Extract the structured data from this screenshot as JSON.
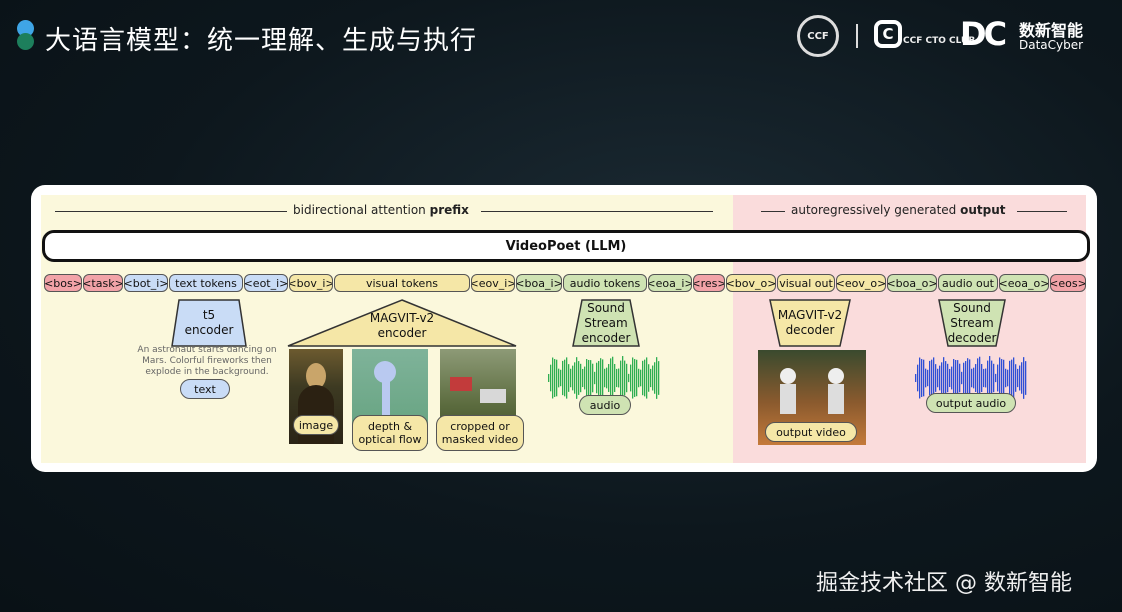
{
  "slide": {
    "title": "大语言模型：统一理解、生成与执行",
    "logos": {
      "ccf_circle": "CCF",
      "ccf_mark": "C",
      "ccf_club": "CCF CTO CLUB",
      "dc_mark": "DC",
      "dc_cn": "数新智能",
      "dc_en": "DataCyber"
    },
    "watermark": "掘金技术社区 @ 数新智能"
  },
  "diagram": {
    "prefix_header_pre": "bidirectional attention",
    "prefix_header_bold": "prefix",
    "output_header_pre": "autoregressively generated",
    "output_header_bold": "output",
    "llm_label": "VideoPoet (LLM)",
    "tokens": [
      {
        "label": "<bos>",
        "color": "pink"
      },
      {
        "label": "<task>",
        "color": "pink"
      },
      {
        "label": "<bot_i>",
        "color": "blue"
      },
      {
        "label": "text tokens",
        "color": "blue"
      },
      {
        "label": "<eot_i>",
        "color": "blue"
      },
      {
        "label": "<bov_i>",
        "color": "yellow"
      },
      {
        "label": "visual tokens",
        "color": "yellow"
      },
      {
        "label": "<eov_i>",
        "color": "yellow"
      },
      {
        "label": "<boa_i>",
        "color": "green"
      },
      {
        "label": "audio tokens",
        "color": "green"
      },
      {
        "label": "<eoa_i>",
        "color": "green"
      },
      {
        "label": "<res>",
        "color": "pink"
      },
      {
        "label": "<bov_o>",
        "color": "yellow"
      },
      {
        "label": "visual out",
        "color": "yellow"
      },
      {
        "label": "<eov_o>",
        "color": "yellow"
      },
      {
        "label": "<boa_o>",
        "color": "green"
      },
      {
        "label": "audio out",
        "color": "green"
      },
      {
        "label": "<eoa_o>",
        "color": "green"
      },
      {
        "label": "<eos>",
        "color": "pink"
      }
    ],
    "t5_encoder": "t5\nencoder",
    "text_example": "An astronaut starts dancing on Mars. Colorful fireworks then explode in the background.",
    "text_label": "text",
    "magvit_encoder": "MAGVIT-v2\nencoder",
    "image_label": "image",
    "depth_label": "depth &\noptical flow",
    "cropped_label": "cropped or\nmasked video",
    "sound_encoder": "Sound\nStream\nencoder",
    "audio_label": "audio",
    "magvit_decoder": "MAGVIT-v2\ndecoder",
    "output_video_label": "output video",
    "sound_decoder": "Sound\nStream\ndecoder",
    "output_audio_label": "output audio",
    "colors": {
      "pink": "#f2a3a8",
      "blue": "#c9dcf6",
      "yellow": "#f5e7a7",
      "green": "#cfe3b3",
      "audio_in_wave": "#2fae52",
      "audio_out_wave": "#2f4fd6"
    }
  }
}
